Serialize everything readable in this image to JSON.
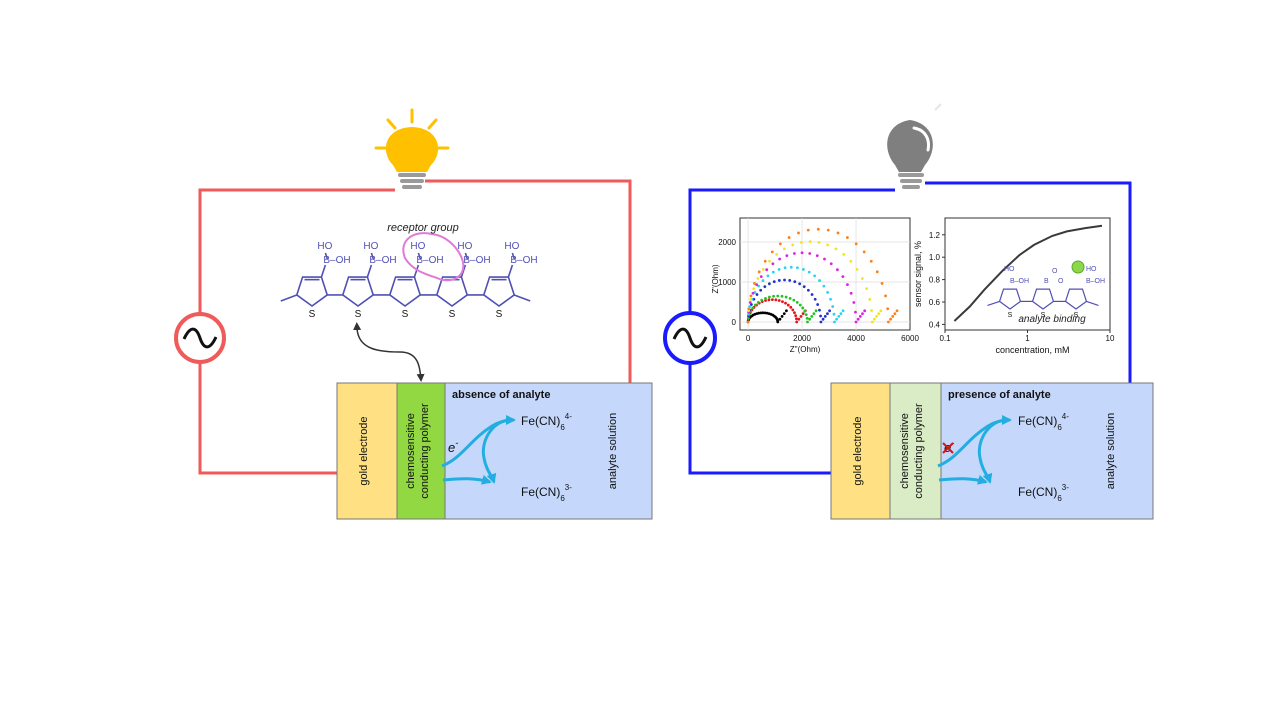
{
  "colors": {
    "left_wire": "#ef5a5a",
    "right_wire": "#1a1aff",
    "bulb_on": "#ffc000",
    "bulb_off": "#7f7f7f",
    "gold": "#ffe082",
    "polymer_active": "#92d843",
    "polymer_inactive": "#d9ecc6",
    "solution": "#c5d8fb",
    "arrow": "#22aee0",
    "molecule": "#5050b4",
    "receptor_highlight": "#e07ad8"
  },
  "left": {
    "receptor_label": "receptor group",
    "state_label": "absence of analyte",
    "electrode_label": "gold electrode",
    "polymer_label_line1": "chemosensitive",
    "polymer_label_line2": "conducting polymer",
    "solution_label": "analyte solution",
    "electron": "e",
    "electron_sup": "-",
    "ion_top": "Fe(CN)",
    "ion_top_sub": "6",
    "ion_top_sup": "4-",
    "ion_bottom": "Fe(CN)",
    "ion_bottom_sub": "6",
    "ion_bottom_sup": "3-"
  },
  "right": {
    "state_label": "presence of analyte",
    "electrode_label": "gold electrode",
    "polymer_label_line1": "chemosensitive",
    "polymer_label_line2": "conducting polymer",
    "solution_label": "analyte solution",
    "electron": "e",
    "electron_sup": "-",
    "ion_top": "Fe(CN)",
    "ion_top_sub": "6",
    "ion_top_sup": "4-",
    "ion_bottom": "Fe(CN)",
    "ion_bottom_sub": "6",
    "ion_bottom_sup": "3-"
  },
  "molecule": {
    "ho": "HO",
    "b_oh": "B–OH",
    "s": "S"
  },
  "inset_molecule": {
    "label": "analyte binding",
    "ho": "HO",
    "b_oh": "B–OH",
    "b": "B",
    "o": "O",
    "s": "S"
  },
  "chart_data": [
    {
      "type": "scatter",
      "title": "",
      "xlabel": "Z''(Ohm)",
      "ylabel": "Z'(Ohm)",
      "xlim": [
        -300,
        6000
      ],
      "ylim": [
        -200,
        2600
      ],
      "xticks": [
        "0",
        "2000",
        "4000",
        "6000"
      ],
      "yticks": [
        "0",
        "1000",
        "2000"
      ],
      "grid": true,
      "series": [
        {
          "color": "#000000",
          "diameter": 1100,
          "peak": 230
        },
        {
          "color": "#e8141c",
          "diameter": 1800,
          "peak": 560
        },
        {
          "color": "#1fc41f",
          "diameter": 2200,
          "peak": 650
        },
        {
          "color": "#2432c8",
          "diameter": 2700,
          "peak": 1050
        },
        {
          "color": "#28d4f0",
          "diameter": 3200,
          "peak": 1370
        },
        {
          "color": "#e01ee6",
          "diameter": 4000,
          "peak": 1730
        },
        {
          "color": "#f0e61e",
          "diameter": 4600,
          "peak": 2010
        },
        {
          "color": "#ff7f14",
          "diameter": 5200,
          "peak": 2320
        }
      ]
    },
    {
      "type": "line",
      "title": "",
      "xlabel": "concentration, mM",
      "ylabel": "sensor signal, %",
      "xscale": "log",
      "xlim": [
        0.1,
        10
      ],
      "ylim": [
        0.35,
        1.35
      ],
      "xticks": [
        "0.1",
        "1",
        "10"
      ],
      "yticks": [
        "0.4",
        "0.6",
        "0.8",
        "1.0",
        "1.2"
      ],
      "x": [
        0.13,
        0.2,
        0.3,
        0.5,
        0.8,
        1.2,
        2,
        3,
        5,
        8
      ],
      "y": [
        0.43,
        0.56,
        0.71,
        0.88,
        1.02,
        1.11,
        1.19,
        1.23,
        1.26,
        1.28
      ]
    }
  ]
}
